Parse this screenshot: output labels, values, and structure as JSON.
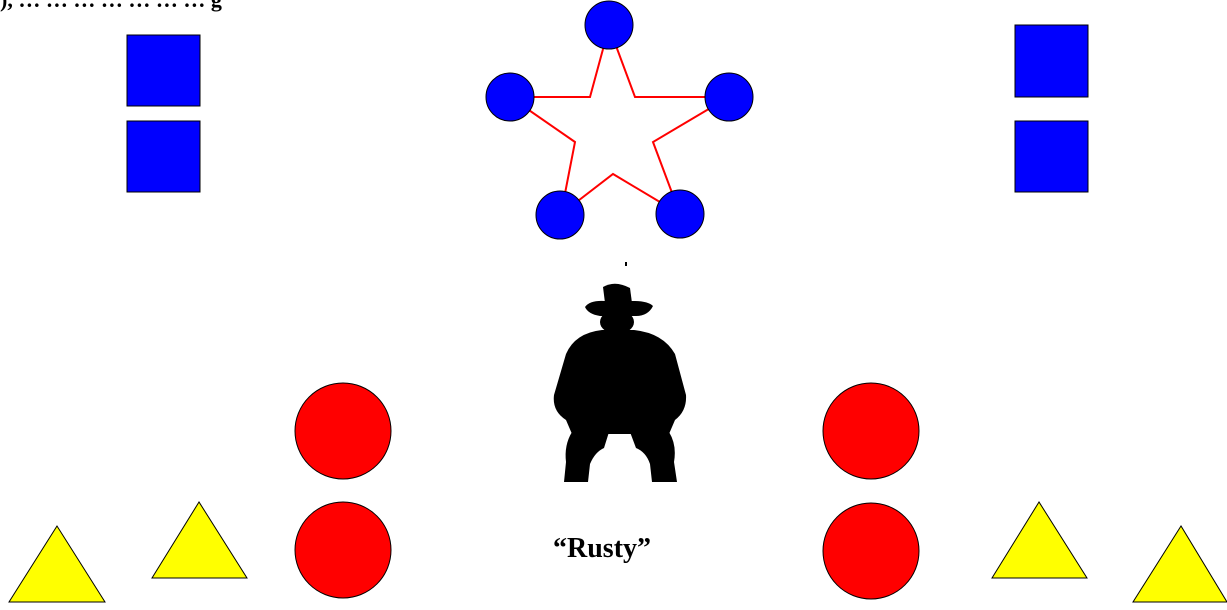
{
  "heading": "), … … … … … … … g",
  "caption": "“Rusty”",
  "icons": {
    "square": "blue-square-icon",
    "circle": "red-circle-icon",
    "triangle": "yellow-triangle-icon",
    "star": "star-formation-icon",
    "figure": "silhouette-figure-icon"
  },
  "colors": {
    "square_fill": "#0000ff",
    "circle_fill": "#ff0000",
    "triangle_fill": "#ffff00",
    "star_line": "#ff0000",
    "star_node_fill": "#0000ff",
    "outline": "#000000",
    "figure_fill": "#000000"
  },
  "counts": {
    "blue_squares": 4,
    "star_nodes": 5,
    "red_circles": 4,
    "yellow_triangles": 4
  }
}
